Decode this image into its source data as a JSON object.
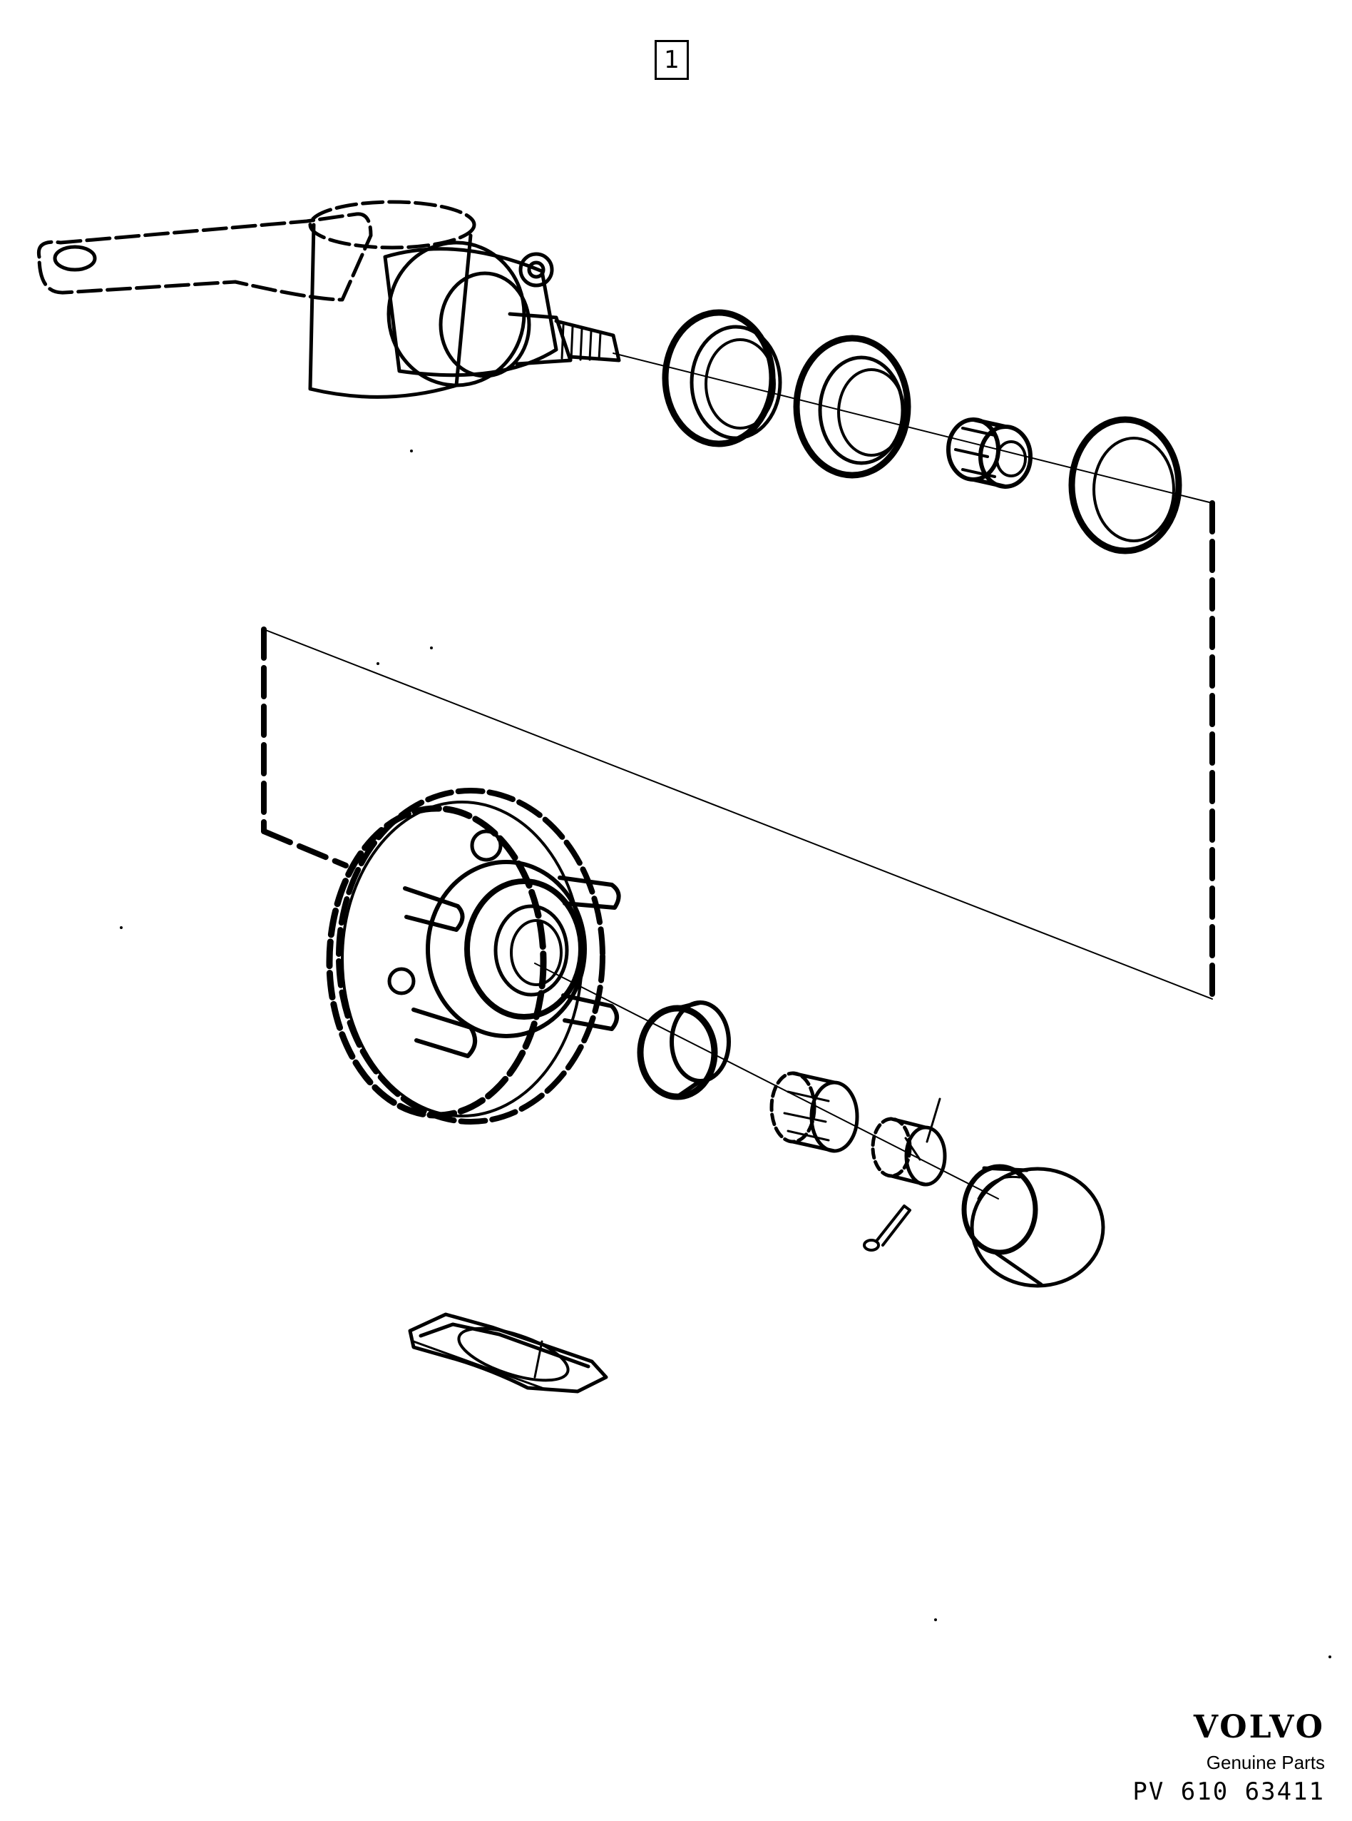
{
  "callout": {
    "number": "1"
  },
  "brand": {
    "logo": "VOLVO",
    "subtitle": "Genuine Parts",
    "code": "PV  610 63411"
  },
  "diagram": {
    "parts": [
      {
        "icon": "steering-knuckle-icon"
      },
      {
        "icon": "grease-seal-icon"
      },
      {
        "icon": "inner-bearing-cup-icon"
      },
      {
        "icon": "inner-bearing-cone-icon"
      },
      {
        "icon": "outer-bearing-cup-icon"
      },
      {
        "icon": "wheel-hub-icon"
      },
      {
        "icon": "bearing-race-icon"
      },
      {
        "icon": "outer-bearing-cone-icon"
      },
      {
        "icon": "castle-nut-icon"
      },
      {
        "icon": "cotter-pin-icon"
      },
      {
        "icon": "hub-cap-icon"
      },
      {
        "icon": "grease-packet-icon"
      }
    ]
  }
}
